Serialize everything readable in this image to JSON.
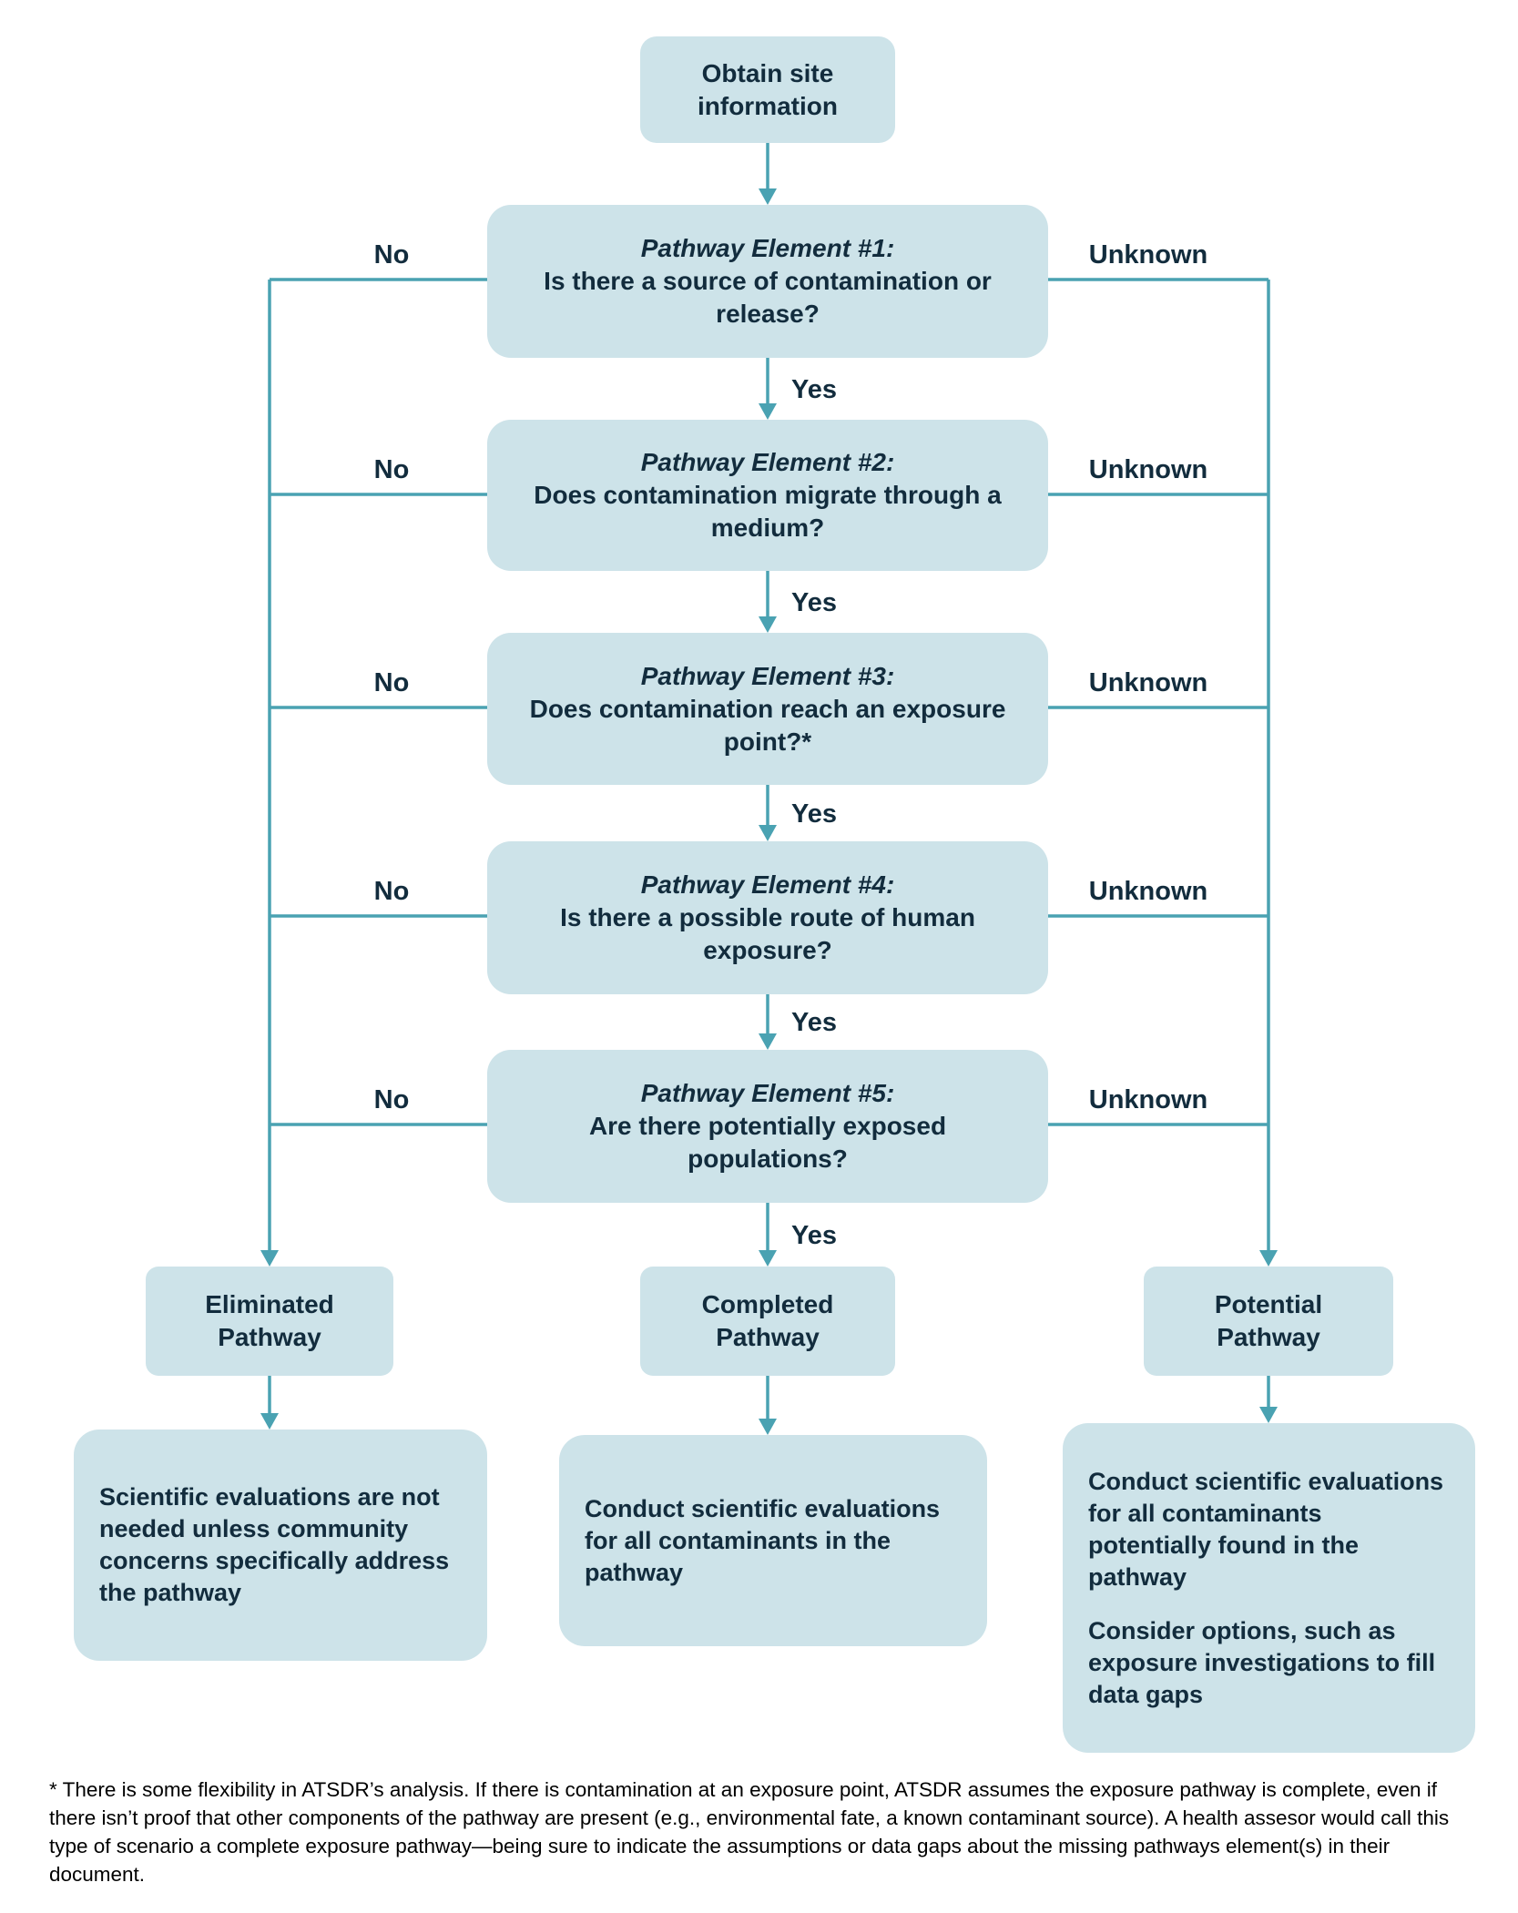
{
  "diagram": {
    "start_label": "Obtain site information",
    "elements": [
      {
        "title": "Pathway Element #1:",
        "question": "Is there a source of contamination or release?"
      },
      {
        "title": "Pathway Element #2:",
        "question": "Does contamination migrate through a medium?"
      },
      {
        "title": "Pathway Element #3:",
        "question": "Does contamination reach an exposure point?*"
      },
      {
        "title": "Pathway Element #4:",
        "question": "Is there a possible route of human exposure?"
      },
      {
        "title": "Pathway Element #5:",
        "question": "Are there potentially exposed populations?"
      }
    ],
    "edge_labels": {
      "yes": "Yes",
      "no": "No",
      "unknown": "Unknown"
    },
    "outcomes": [
      {
        "title": "Eliminated Pathway",
        "description": "Scientific evaluations are not needed unless community concerns specifically address the pathway"
      },
      {
        "title": "Completed Pathway",
        "description": "Conduct scientific evaluations for all contaminants in the pathway"
      },
      {
        "title": "Potential Pathway",
        "description": "Conduct scientific evaluations for all contaminants potentially found in the pathway",
        "description2": "Consider options, such as exposure investigations to fill data gaps"
      }
    ],
    "footnote": "* There is some flexibility in ATSDR’s analysis. If there is contamination at an exposure point, ATSDR assumes the exposure pathway is complete, even if there isn’t proof that other components of the pathway are present (e.g., environmental fate, a known contaminant source). A health assesor would call this type of scenario a complete exposure pathway—being sure to indicate the assumptions or data gaps about the missing pathways element(s) in their document."
  },
  "colors": {
    "box_fill": "#cde3e9",
    "line": "#4aa2b2",
    "text": "#122c3d"
  }
}
